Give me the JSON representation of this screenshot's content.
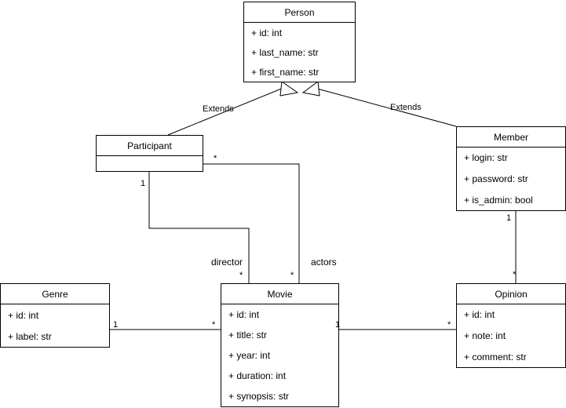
{
  "diagram": {
    "type": "uml-class-diagram",
    "background": "#ffffff",
    "line_color": "#000000",
    "text_color": "#000000"
  },
  "classes": {
    "person": {
      "name": "Person",
      "attributes": [
        "+ id: int",
        "+ last_name: str",
        "+ first_name: str"
      ]
    },
    "participant": {
      "name": "Participant",
      "attributes": []
    },
    "member": {
      "name": "Member",
      "attributes": [
        "+ login: str",
        "+ password: str",
        "+ is_admin: bool"
      ]
    },
    "genre": {
      "name": "Genre",
      "attributes": [
        "+ id: int",
        "+ label: str"
      ]
    },
    "movie": {
      "name": "Movie",
      "attributes": [
        "+ id: int",
        "+ title: str",
        "+ year: int",
        "+ duration: int",
        "+ synopsis: str"
      ]
    },
    "opinion": {
      "name": "Opinion",
      "attributes": [
        "+ id: int",
        "+ note: int",
        "+ comment: str"
      ]
    }
  },
  "relations": {
    "participant_extends_person": {
      "label": "Extends"
    },
    "member_extends_person": {
      "label": "Extends"
    },
    "participant_director_movie": {
      "role": "director",
      "source_multiplicity": "1",
      "target_multiplicity": "*"
    },
    "participant_actors_movie": {
      "role": "actors",
      "source_multiplicity": "*",
      "target_multiplicity": "*"
    },
    "genre_movie": {
      "source_multiplicity": "1",
      "target_multiplicity": "*"
    },
    "movie_opinion": {
      "source_multiplicity": "1",
      "target_multiplicity": "*"
    },
    "member_opinion": {
      "source_multiplicity": "1",
      "target_multiplicity": "*"
    }
  }
}
